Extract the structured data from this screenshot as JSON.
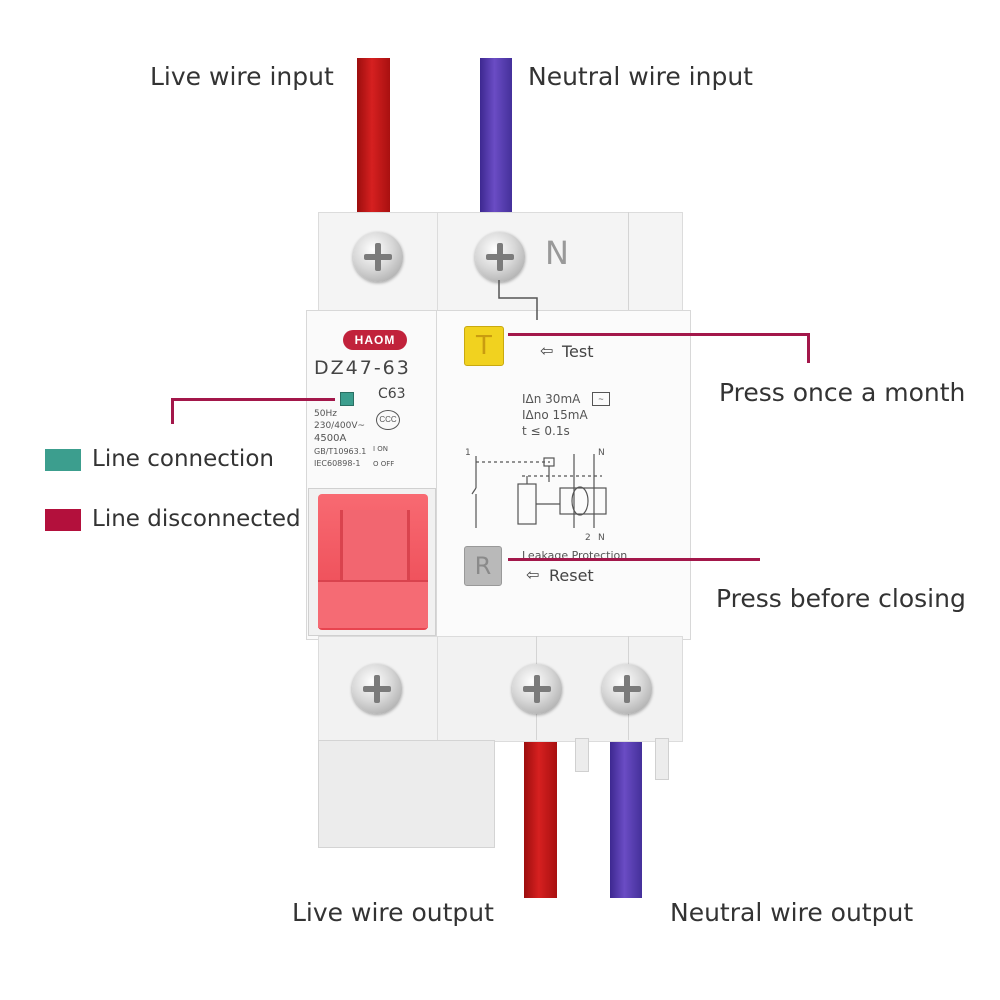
{
  "labels": {
    "live_in": "Live wire input",
    "neutral_in": "Neutral wire input",
    "press_month": "Press once a month",
    "line_connection": "Line connection",
    "line_disconnected": "Line disconnected",
    "press_closing": "Press before closing",
    "live_out": "Live wire output",
    "neutral_out": "Neutral wire output"
  },
  "device": {
    "brand": "HAOM",
    "model": "DZ47-63",
    "rating": "C63",
    "specs": [
      "50Hz",
      "230/400V~",
      "4500A",
      "GB/T10963.1",
      "IEC60898-1"
    ],
    "on_label": "I ON",
    "off_label": "O OFF",
    "neutral_mark": "N",
    "test_key": "T",
    "test_label": "Test",
    "reset_key": "R",
    "reset_label": "Reset",
    "leakage_label": "Leakage Protection",
    "idn": "IΔn  30mA",
    "idno": "IΔno 15mA",
    "time": "t ≤ 0.1s",
    "diagram_1": "1",
    "diagram_n_top": "N",
    "diagram_2": "2",
    "diagram_n_bottom": "N"
  },
  "colors": {
    "live_wire": "#c41a1a",
    "neutral_wire": "#5b3fb0",
    "connection": "#3c9e8e",
    "disconnected": "#b3103c",
    "leader": "#a3174a",
    "toggle": "#f4606a"
  }
}
